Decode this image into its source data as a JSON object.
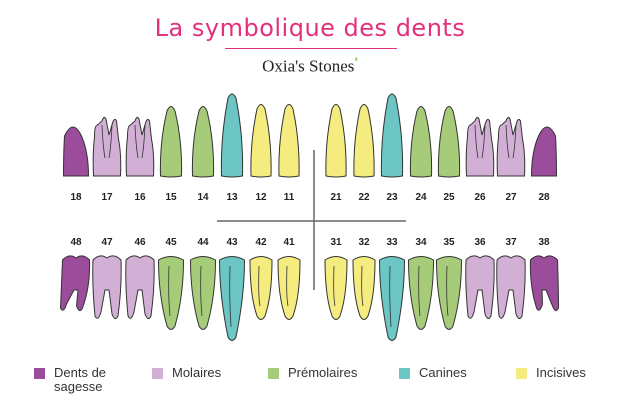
{
  "header": {
    "title": "La symbolique des dents",
    "brand": "Oxia's Stones"
  },
  "colors": {
    "wisdom": "#9b4c9b",
    "molar": "#d2b0d6",
    "premolar": "#a6cc7a",
    "canine": "#6cc6c3",
    "incisor": "#f4ec7e",
    "outline": "#333333",
    "title": "#e2307c"
  },
  "upper": {
    "teeth": [
      {
        "num": "18",
        "type": "wisdom"
      },
      {
        "num": "17",
        "type": "molar"
      },
      {
        "num": "16",
        "type": "molar"
      },
      {
        "num": "15",
        "type": "premolar"
      },
      {
        "num": "14",
        "type": "premolar"
      },
      {
        "num": "13",
        "type": "canine"
      },
      {
        "num": "12",
        "type": "incisor"
      },
      {
        "num": "11",
        "type": "incisor"
      },
      {
        "num": "21",
        "type": "incisor"
      },
      {
        "num": "22",
        "type": "incisor"
      },
      {
        "num": "23",
        "type": "canine"
      },
      {
        "num": "24",
        "type": "premolar"
      },
      {
        "num": "25",
        "type": "premolar"
      },
      {
        "num": "26",
        "type": "molar"
      },
      {
        "num": "27",
        "type": "molar"
      },
      {
        "num": "28",
        "type": "wisdom"
      }
    ]
  },
  "lower": {
    "teeth": [
      {
        "num": "48",
        "type": "wisdom"
      },
      {
        "num": "47",
        "type": "molar"
      },
      {
        "num": "46",
        "type": "molar"
      },
      {
        "num": "45",
        "type": "premolar"
      },
      {
        "num": "44",
        "type": "premolar"
      },
      {
        "num": "43",
        "type": "canine"
      },
      {
        "num": "42",
        "type": "incisor"
      },
      {
        "num": "41",
        "type": "incisor"
      },
      {
        "num": "31",
        "type": "incisor"
      },
      {
        "num": "32",
        "type": "incisor"
      },
      {
        "num": "33",
        "type": "canine"
      },
      {
        "num": "34",
        "type": "premolar"
      },
      {
        "num": "35",
        "type": "premolar"
      },
      {
        "num": "36",
        "type": "molar"
      },
      {
        "num": "37",
        "type": "molar"
      },
      {
        "num": "38",
        "type": "wisdom"
      }
    ]
  },
  "legend": [
    {
      "type": "wisdom",
      "label": "Dents de sagesse"
    },
    {
      "type": "molar",
      "label": "Molaires"
    },
    {
      "type": "premolar",
      "label": "Prémolaires"
    },
    {
      "type": "canine",
      "label": "Canines"
    },
    {
      "type": "incisor",
      "label": "Incisives"
    }
  ]
}
